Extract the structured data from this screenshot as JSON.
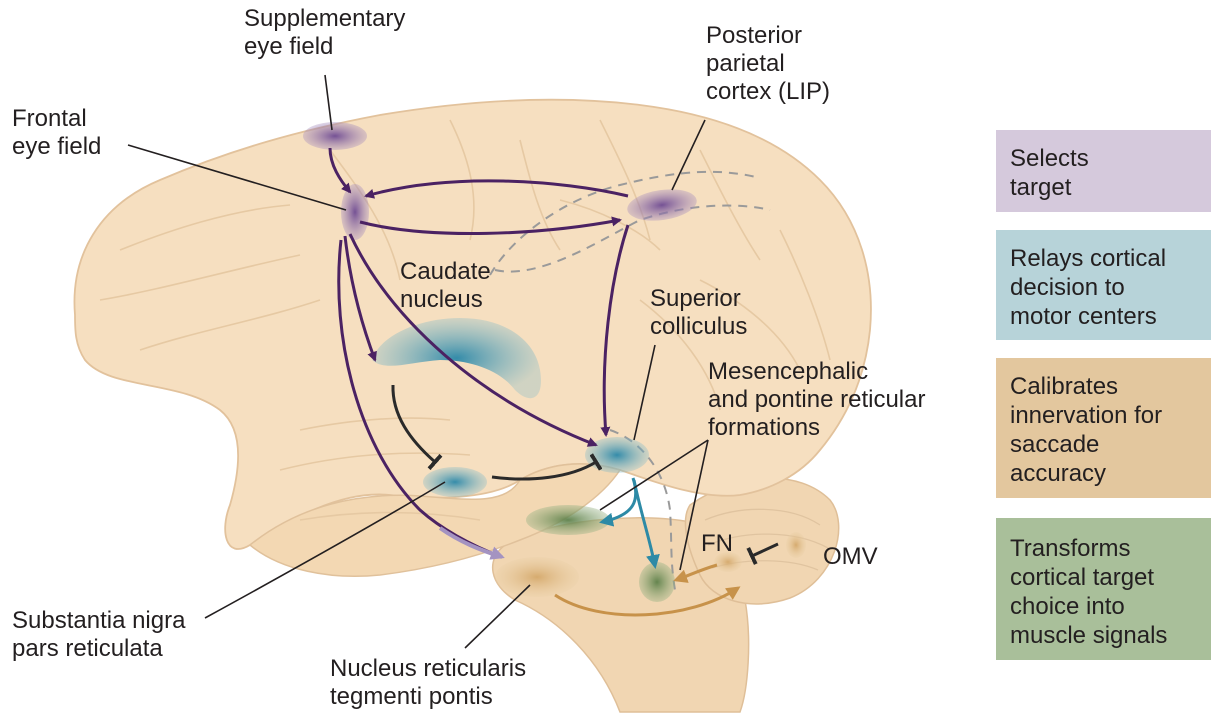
{
  "labels": {
    "supplementary_eye_field": "Supplementary\neye field",
    "frontal_eye_field": "Frontal\neye field",
    "posterior_parietal_cortex": "Posterior\nparietal\ncortex (LIP)",
    "caudate_nucleus": "Caudate\nnucleus",
    "superior_colliculus": "Superior\ncolliculus",
    "reticular_formations": "Mesencephalic\nand pontine reticular\nformations",
    "fn": "FN",
    "omv": "OMV",
    "substantia_nigra": "Substantia nigra\npars reticulata",
    "nrtp": "Nucleus reticularis\ntegmenti pontis"
  },
  "legend": [
    {
      "text": "Selects\ntarget",
      "color": "#d5c9dc"
    },
    {
      "text": "Relays cortical\ndecision to\nmotor centers",
      "color": "#b7d3d9"
    },
    {
      "text": "Calibrates\ninnervation for\nsaccade\naccuracy",
      "color": "#e3c79e"
    },
    {
      "text": "Transforms\ncortical target\nchoice into\nmuscle signals",
      "color": "#a9bf9a"
    }
  ],
  "colors": {
    "brain": "#f6dfc0",
    "brain_shadow": "#eccba3",
    "purple_pathway": "#4b2263",
    "purple_region": "#8b6aa6",
    "blue_pathway": "#2d8aa6",
    "blue_region": "#3f97b4",
    "orange_pathway": "#c7924a",
    "green_region": "#6f8f57",
    "inhibitory": "#2a2a2a"
  }
}
